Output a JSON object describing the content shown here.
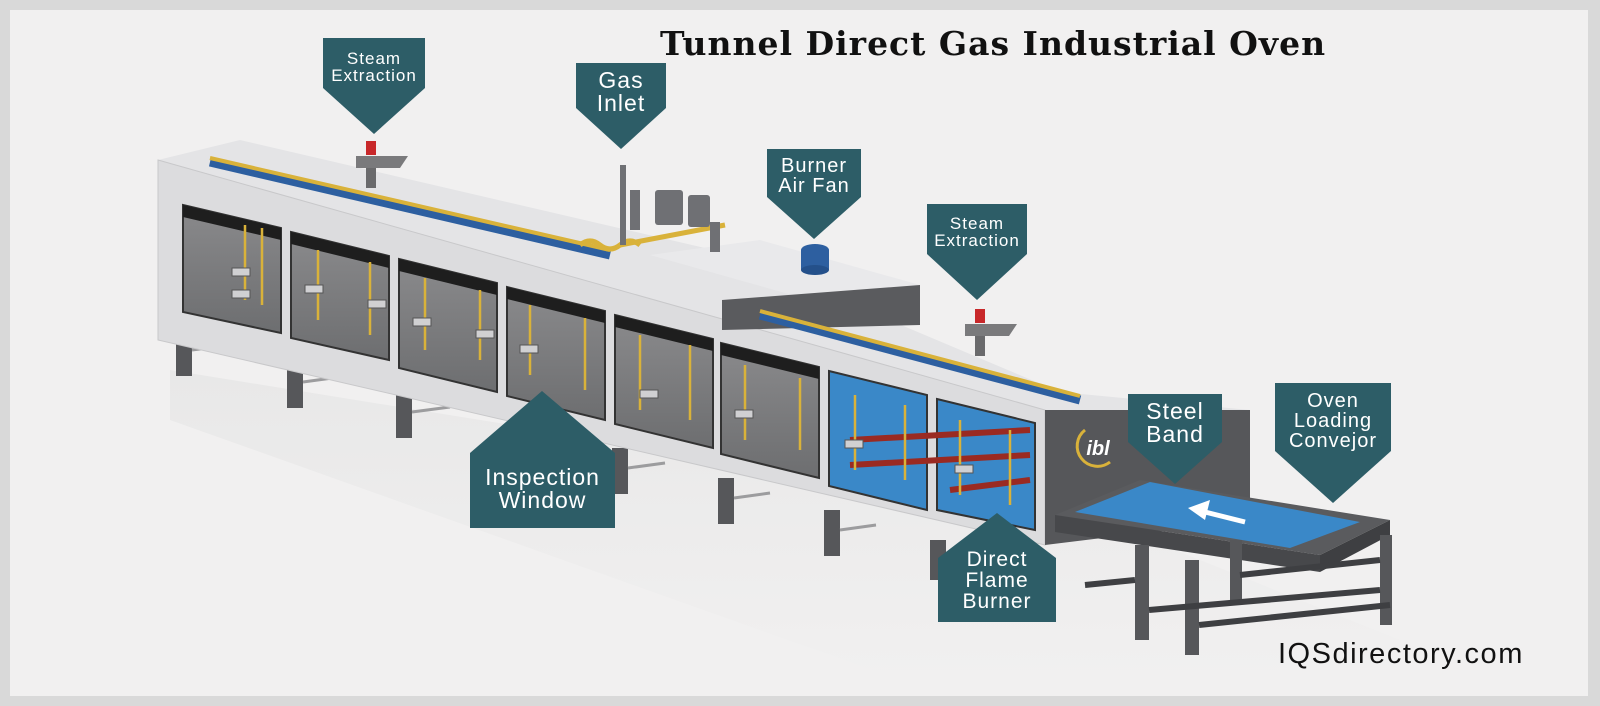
{
  "title": "Tunnel Direct Gas Industrial Oven",
  "watermark": "IQSdirectory.com",
  "colors": {
    "callout": "#2d5d67",
    "background": "#f1f0f0",
    "border": "#d9d9d9",
    "oven_body": "#dcdcde",
    "dark_panel": "#56575a",
    "belt_blue": "#3a88c8",
    "pipe_yellow": "#d9b23a",
    "burner_blue": "#2d5fa0",
    "valve_red": "#c8282a",
    "heat_tube_red": "#9a2a22"
  },
  "callouts": [
    {
      "id": "steam-extraction-1",
      "lines": [
        "Steam",
        "Extraction"
      ],
      "pointer": "down"
    },
    {
      "id": "gas-inlet",
      "lines": [
        "Gas",
        "Inlet"
      ],
      "pointer": "down"
    },
    {
      "id": "burner-air-fan",
      "lines": [
        "Burner",
        "Air Fan"
      ],
      "pointer": "down"
    },
    {
      "id": "steam-extraction-2",
      "lines": [
        "Steam",
        "Extraction"
      ],
      "pointer": "down"
    },
    {
      "id": "steel-band",
      "lines": [
        "Steel",
        "Band"
      ],
      "pointer": "down"
    },
    {
      "id": "oven-loading-conveyor",
      "lines": [
        "Oven",
        "Loading",
        "Convejor"
      ],
      "pointer": "down"
    },
    {
      "id": "inspection-window",
      "lines": [
        "Inspection",
        "Window"
      ],
      "pointer": "up"
    },
    {
      "id": "direct-flame-burner",
      "lines": [
        "Direct",
        "Flame",
        "Burner"
      ],
      "pointer": "up"
    }
  ],
  "logo": {
    "text": "ibl"
  },
  "direction_arrow": "conveyor-direction-arrow"
}
